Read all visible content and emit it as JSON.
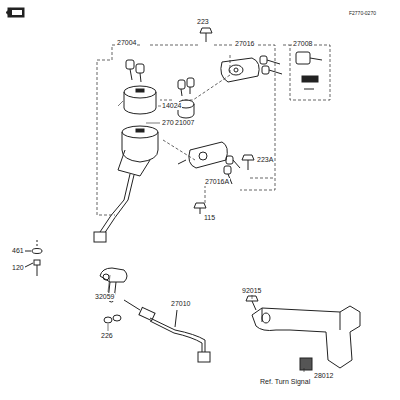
{
  "diagram": {
    "labels": [
      "F2770-0270",
      "27004",
      "223",
      "27016",
      "27008",
      "14024",
      "27005",
      "21007",
      "223A",
      "27016A",
      "115",
      "461",
      "120",
      "32059",
      "27010",
      "226",
      "92015",
      "Ref. Turn Signal",
      "28012"
    ]
  }
}
